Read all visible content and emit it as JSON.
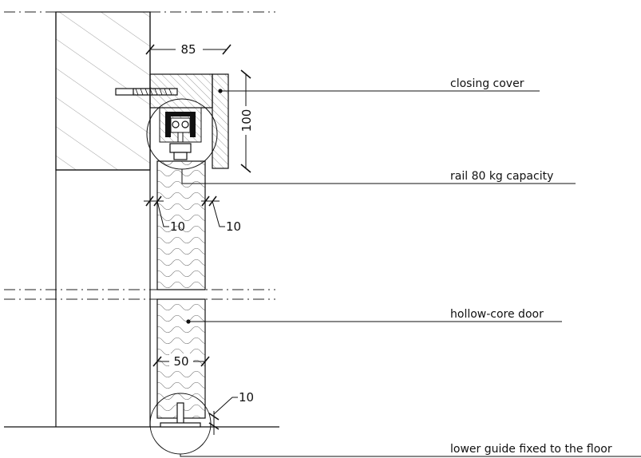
{
  "dimensions": {
    "width_top": "85",
    "height_cover": "100",
    "gap_left": "10",
    "gap_right": "10",
    "door_thickness": "50",
    "gap_bottom": "10"
  },
  "callouts": {
    "closing_cover": "closing cover",
    "rail": "rail 80 kg capacity",
    "door": "hollow-core door",
    "lower_guide": "lower guide fixed to the floor"
  },
  "colors": {
    "line": "#111111",
    "hatch": "#555555",
    "background": "#ffffff"
  }
}
